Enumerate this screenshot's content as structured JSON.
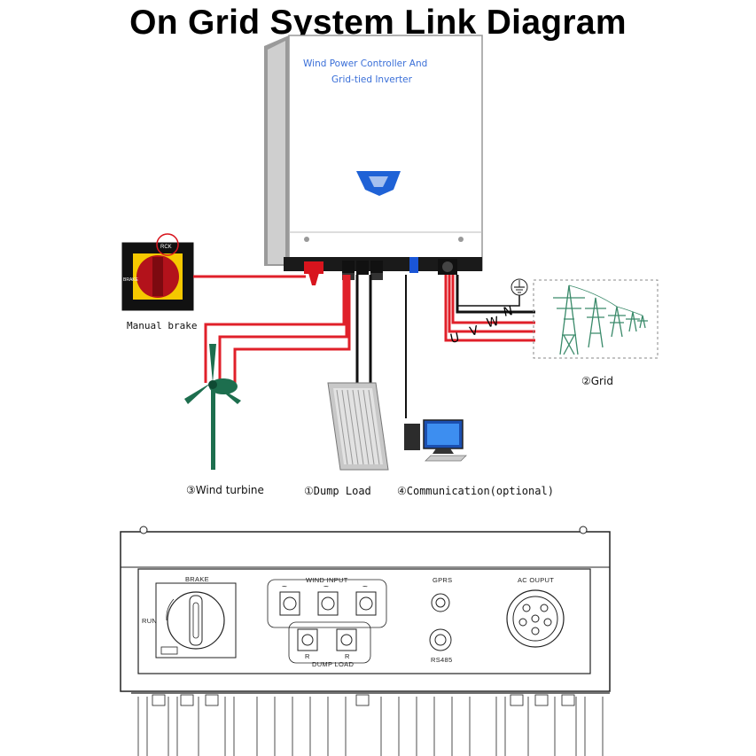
{
  "title": "On Grid System Link Diagram",
  "inverter": {
    "line1": "Wind Power Controller And",
    "line2": "Grid-tied Inverter"
  },
  "brake_switch_label": "RCK",
  "brake_side_label": "BRAKE",
  "captions": {
    "manual_brake": "Manual brake",
    "grid": "②Grid",
    "wind_turbine": "③Wind turbine",
    "dump_load": "①Dump Load",
    "communication": "④Communication(optional)"
  },
  "grid_phases": [
    "U",
    "V",
    "W",
    "N"
  ],
  "panel": {
    "brake": "BRAKE",
    "run": "RUN",
    "wind_input": "WIND INPUT",
    "gprs": "GPRS",
    "ac_output": "AC OUPUT",
    "rs485": "RS485",
    "dump_load": "DUMP LOAD",
    "r": "R"
  },
  "colors": {
    "wire_red": "#e0202a",
    "inverter_text": "#3a6fd8",
    "turbine_green": "#1d6e4e",
    "brake_yellow": "#f5c800",
    "brake_red": "#b3121b"
  }
}
